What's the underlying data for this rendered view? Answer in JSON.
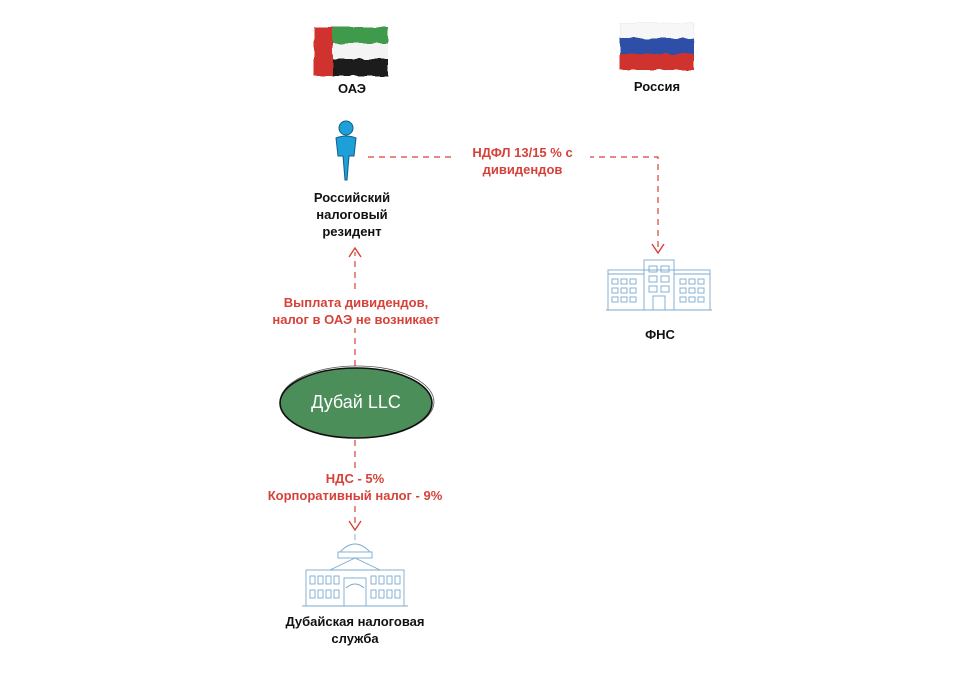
{
  "countries": {
    "uae": {
      "label": "ОАЭ",
      "colors": {
        "green": "#3f9a4c",
        "white": "#ffffff",
        "black": "#1a1a1a",
        "red": "#d0312d"
      }
    },
    "russia": {
      "label": "Россия",
      "colors": {
        "white": "#ffffff",
        "blue": "#2f4fa8",
        "red": "#d0312d"
      }
    }
  },
  "person": {
    "label_lines": [
      "Российский",
      "налоговый",
      "резидент"
    ],
    "color": "#1e9fd8"
  },
  "fns": {
    "label": "ФНС"
  },
  "dubai_llc": {
    "label": "Дубай LLC",
    "fill": "#4b8e5a"
  },
  "dubai_tax": {
    "label_lines": [
      "Дубайская налоговая",
      "служба"
    ]
  },
  "arrows": {
    "ndfl": {
      "lines": [
        "НДФЛ 13/15 % с",
        "дивидендов"
      ]
    },
    "dividends": {
      "lines": [
        "Выплата дивидендов,",
        "налог в ОАЭ не возникает"
      ]
    },
    "vat": {
      "lines": [
        "НДС - 5%",
        "Корпоративный налог - 9%"
      ]
    }
  },
  "accent_color": "#d6423a"
}
